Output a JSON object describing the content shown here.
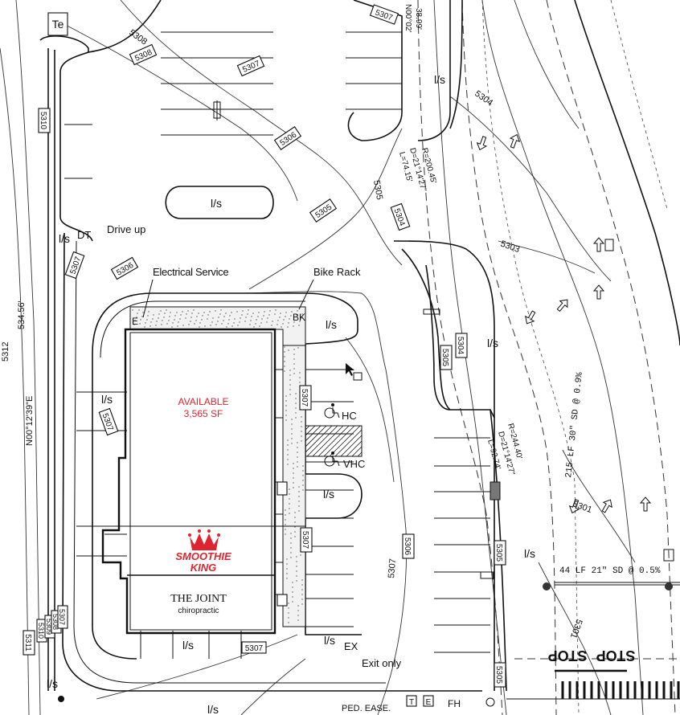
{
  "labels": {
    "electrical_service": "Electrical Service",
    "bike_rack": "Bike Rack",
    "drive_up": "Drive up",
    "dt": "DT",
    "e": "E",
    "bk": "BK",
    "hc": "HC",
    "vhc": "VHC",
    "ex": "EX",
    "exit_only": "Exit only",
    "fh": "FH",
    "t": "T",
    "e_box": "E",
    "te": "Te",
    "ped_ease": "PED. EASE.",
    "stop": "STOP"
  },
  "unit": {
    "status": "AVAILABLE",
    "area": "3,565 SF"
  },
  "tenants": {
    "smoothie_king_line1": "SMOOTHIE",
    "smoothie_king_line2": "KING",
    "the_joint_line1": "THE JOINT",
    "the_joint_line2": "chiropractic"
  },
  "islands": {
    "ls": "l/s"
  },
  "contours": {
    "c5304": "5304",
    "c5305": "5305",
    "c5306": "5306",
    "c5307": "5307",
    "c5308": "5308",
    "c5309": "5309",
    "c5310": "5310",
    "c5311": "5311",
    "c5312": "5312",
    "c5301": "5301",
    "c5303": "5303"
  },
  "survey": {
    "bearing_top": "N00°02'",
    "dist_top": "38.99'",
    "bearing_left": "N00°12'39\"E",
    "dist_left": "534.56'",
    "curve1_r": "R=200.45'",
    "curve1_d": "D=21°14'27\"",
    "curve1_l": "L=74.15'",
    "curve2_r": "R=244.40'",
    "curve2_d": "D=21°14'27\"",
    "curve2_l": "L=92.74'",
    "storm1": "215 LF 30\" SD @ 0.9%",
    "storm2": "44 LF 21\" SD @ 0.5%"
  },
  "colors": {
    "linework": "#111111",
    "smoothie_king_red": "#e0242f",
    "available_red": "#e0242f"
  }
}
